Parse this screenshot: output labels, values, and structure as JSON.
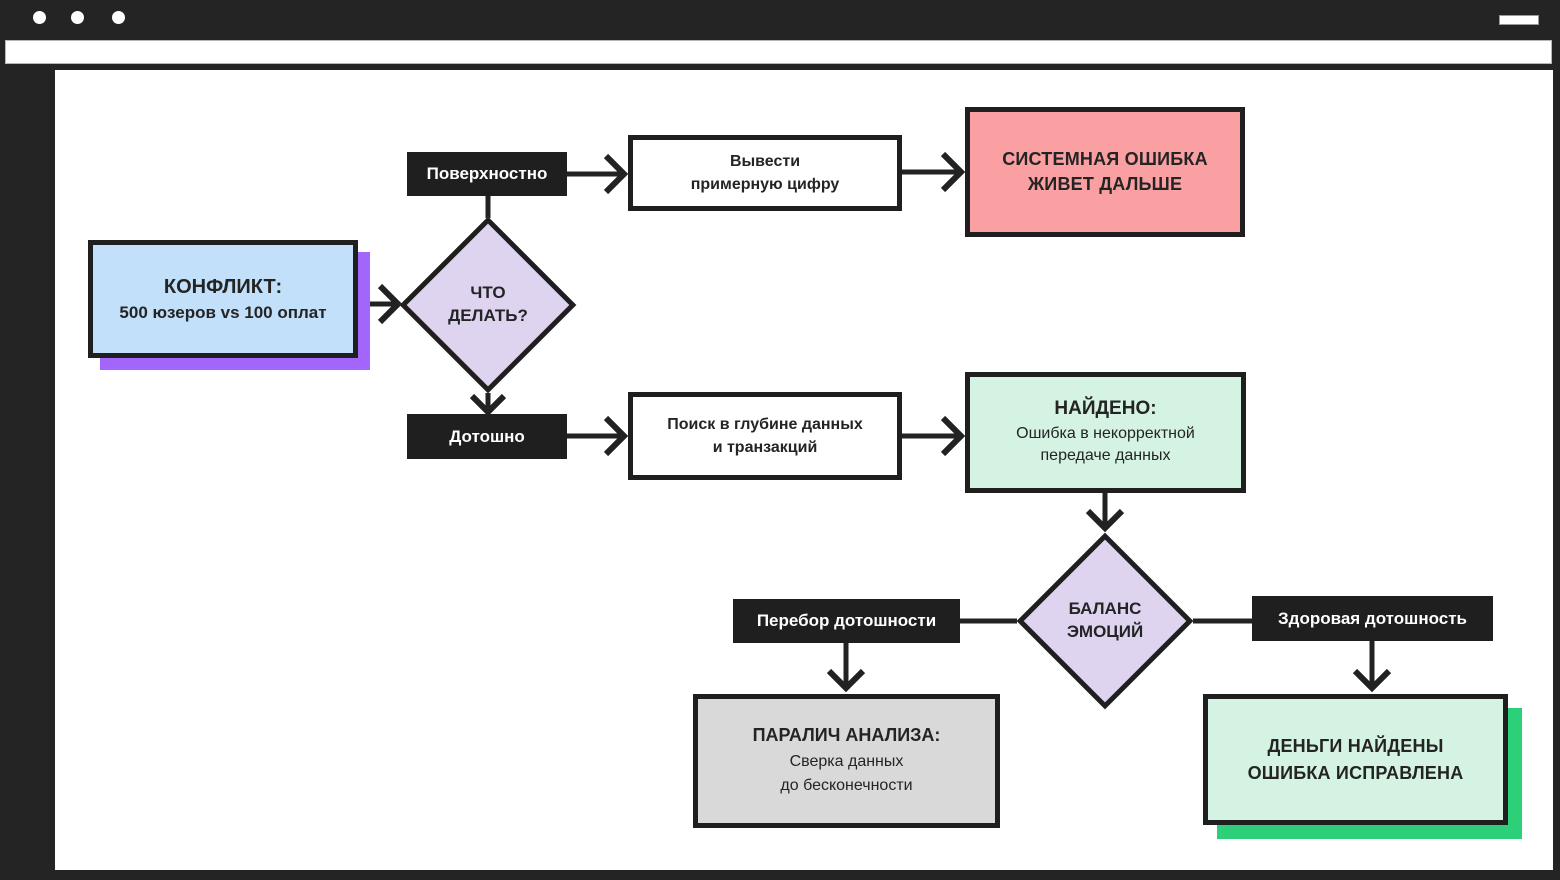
{
  "window": {
    "controls": {
      "dot_count": 3,
      "minimize_dash": true
    },
    "address_bar_value": ""
  },
  "colors": {
    "frame": "#242424",
    "node_border": "#1f1f1f",
    "label_bg": "#1f1f1f",
    "label_text": "#ffffff",
    "conflict_fill": "#c2e0fa",
    "conflict_shadow": "#a266fc",
    "decision_fill": "#ded4f0",
    "error_fill": "#fba0a2",
    "found_fill": "#d4f3e2",
    "success_fill": "#d4f3e2",
    "success_shadow": "#2bd079",
    "paralysis_fill": "#d9d9d9",
    "text": "#242424"
  },
  "nodes": {
    "conflict": {
      "line1": "КОНФЛИКТ:",
      "line2": "500 юзеров vs 100 оплат"
    },
    "decision_what_to_do": {
      "line1": "ЧТО",
      "line2": "ДЕЛАТЬ?"
    },
    "label_superficial": "Поверхностно",
    "box_rough_number": {
      "line1": "Вывести",
      "line2": "примерную цифру"
    },
    "box_system_error": {
      "line1": "СИСТЕМНАЯ ОШИБКА",
      "line2": "ЖИВЕТ ДАЛЬШЕ"
    },
    "label_meticulous": "Дотошно",
    "box_deep_search": {
      "line1": "Поиск в глубине данных",
      "line2": "и транзакций"
    },
    "box_found": {
      "title": "НАЙДЕНО:",
      "line1": "Ошибка в некорректной",
      "line2": "передаче данных"
    },
    "decision_balance": {
      "line1": "БАЛАНС",
      "line2": "ЭМОЦИЙ"
    },
    "label_overdo": "Перебор дотошности",
    "label_healthy": "Здоровая дотошность",
    "box_paralysis": {
      "title": "ПАРАЛИЧ АНАЛИЗА:",
      "line1": "Сверка данных",
      "line2": "до бесконечности"
    },
    "box_money_found": {
      "line1": "ДЕНЬГИ НАЙДЕНЫ",
      "line2": "ОШИБКА ИСПРАВЛЕНА"
    }
  }
}
